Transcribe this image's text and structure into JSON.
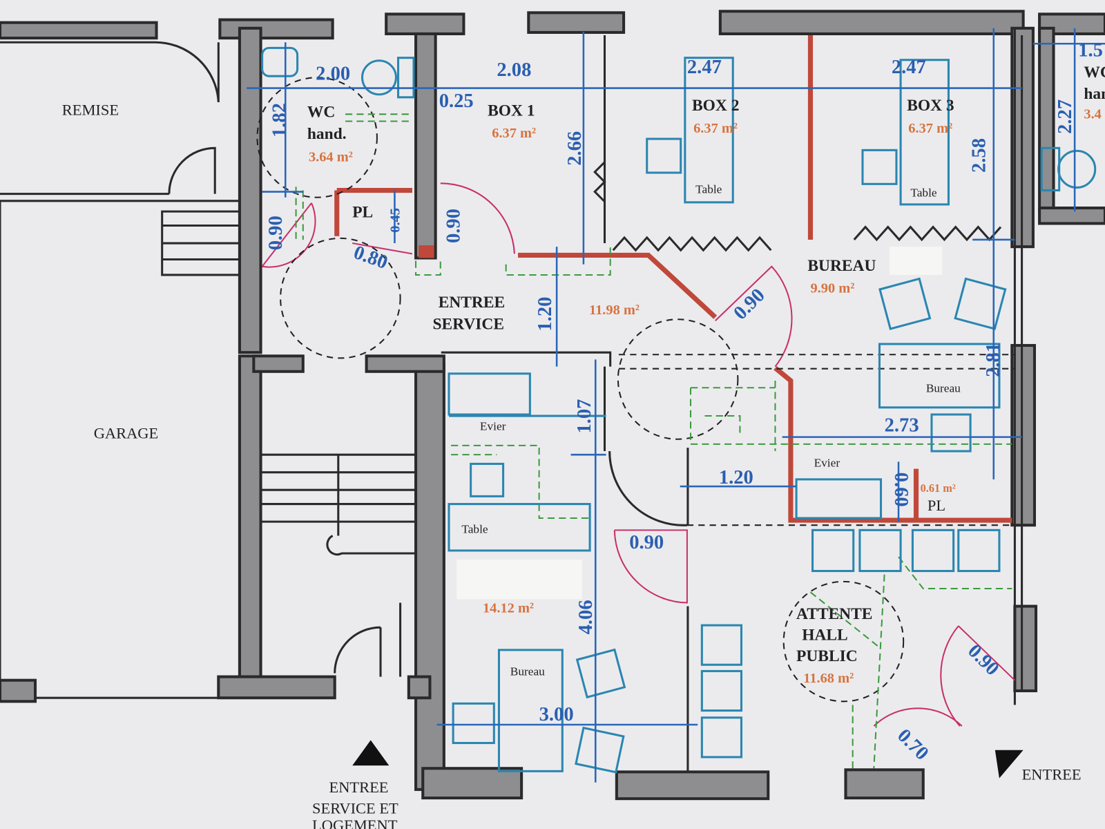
{
  "plan": {
    "rooms": {
      "remise": "REMISE",
      "garage": "GARAGE",
      "wc_line1": "WC",
      "wc_line2": "hand.",
      "wc_area": "3.64 m²",
      "pl1": "PL",
      "box1": "BOX 1",
      "box1_area": "6.37 m²",
      "box2": "BOX 2",
      "box2_area": "6.37 m²",
      "box3": "BOX 3",
      "box3_area": "6.37 m²",
      "entree_line1": "ENTREE",
      "entree_line2": "SERVICE",
      "entree_area": "11.98 m²",
      "bureau": "BUREAU",
      "bureau_area": "9.90 m²",
      "office_area": "14.12 m²",
      "attente_line1": "ATTENTE",
      "attente_line2": "HALL",
      "attente_line3": "PUBLIC",
      "attente_area": "11.68 m²",
      "pl2": "PL",
      "pl2_area": "0.61 m²",
      "wc2_line1": "WC",
      "wc2_line2": "han",
      "wc2_area": "3.4"
    },
    "furniture": {
      "table_box2": "Table",
      "table_box3": "Table",
      "bureau_desk": "Bureau",
      "evier1": "Evier",
      "table_office": "Table",
      "bureau_office": "Bureau",
      "evier2": "Evier"
    },
    "dimensions": {
      "d_2_00": "2.00",
      "d_1_82": "1.82",
      "d_2_08": "2.08",
      "d_0_25": "0.25",
      "d_2_66": "2.66",
      "d_2_47a": "2.47",
      "d_2_47b": "2.47",
      "d_2_58": "2.58",
      "d_1_5": "1.5",
      "d_2_27": "2.27",
      "d_0_90_wc": "0.90",
      "d_0_45": "0.45",
      "d_0_80": "0.80",
      "d_0_90_box1": "0.90",
      "d_1_20_v": "1.20",
      "d_0_90_bureau": "0.90",
      "d_2_81": "2.81",
      "d_2_73": "2.73",
      "d_1_07": "1.07",
      "d_1_20_h": "1.20",
      "d_0_60": "0.60",
      "d_0_90_hall": "0.90",
      "d_4_06": "4.06",
      "d_3_00": "3.00",
      "d_0_90_entry": "0.90",
      "d_0_70": "0.70"
    },
    "entrances": {
      "service_line1": "ENTREE",
      "service_line2": "SERVICE ET",
      "service_line3": "LOGEMENT",
      "main": "ENTREE"
    }
  }
}
